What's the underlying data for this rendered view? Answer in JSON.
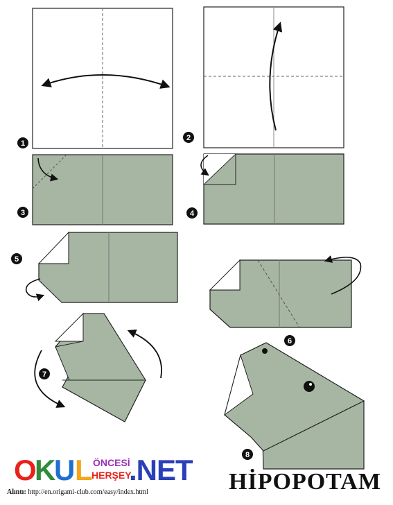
{
  "steps": [
    "1",
    "2",
    "3",
    "4",
    "5",
    "6",
    "7",
    "8"
  ],
  "logo": {
    "letters": [
      "O",
      "K",
      "U",
      "L"
    ],
    "upper": "ÖNCESİ",
    "lower": "HERŞEY",
    "suffix": ".NET",
    "colors": {
      "O": "#e8211b",
      "K": "#2e8b3a",
      "U": "#1f6fd1",
      "L": "#f3a51b",
      "upper": "#9b2fb6",
      "lower": "#e8211b",
      "suffix": "#2a3fb8"
    }
  },
  "title": "HİPOPOTAM",
  "source": {
    "label": "Alıntı:",
    "url": "http://en.origami-club.com/easy/index.html"
  },
  "colors": {
    "paper": "#a6b6a2",
    "outline": "#111111",
    "fold_line": "#777777"
  }
}
